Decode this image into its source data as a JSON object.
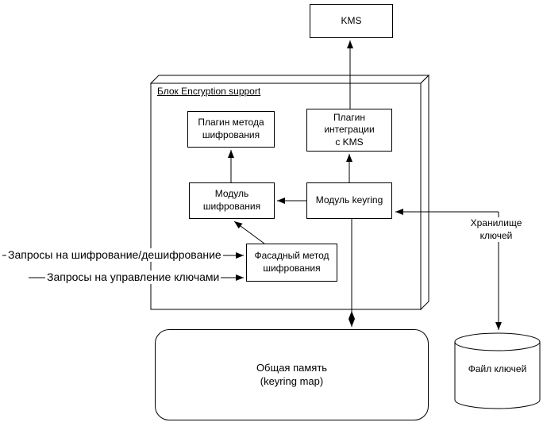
{
  "nodes": {
    "kms": "KMS",
    "container": "Блок Encryption support",
    "plugin_method": "Плагин метода\nшифрования",
    "plugin_kms": "Плагин\nинтеграции\nс KMS",
    "module_encrypt": "Модуль\nшифрования",
    "module_keyring": "Модуль keyring",
    "facade": "Фасадный метод\nшифрования",
    "shared_memory": "Общая память\n(keyring map)",
    "key_file": "Файл ключей",
    "key_storage": "Хранилище\nключей"
  },
  "edge_labels": {
    "encrypt_requests": "Запросы на шифрование/дешифрование",
    "key_mgmt_requests": "Запросы на управление ключами"
  },
  "colors": {
    "stroke": "#000000",
    "fill": "#ffffff"
  }
}
